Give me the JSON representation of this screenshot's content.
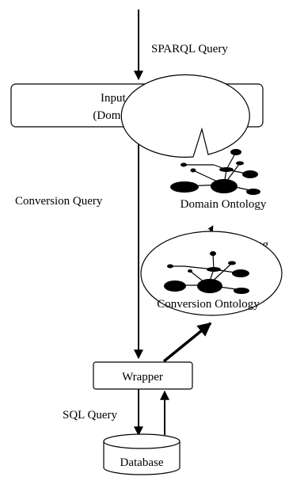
{
  "labels": {
    "sparql_query": "SPARQL Query",
    "input_ontology_line1": "Input Ontology",
    "input_ontology_line2": "(Domain Ontolgy)",
    "conversion_query": "Conversion Query",
    "domain_ontology": "Domain Ontology",
    "mapping": "Mapping",
    "conversion_ontology": "Conversion Ontology",
    "wrapper": "Wrapper",
    "sql_query": "SQL Query",
    "database": "Database"
  }
}
